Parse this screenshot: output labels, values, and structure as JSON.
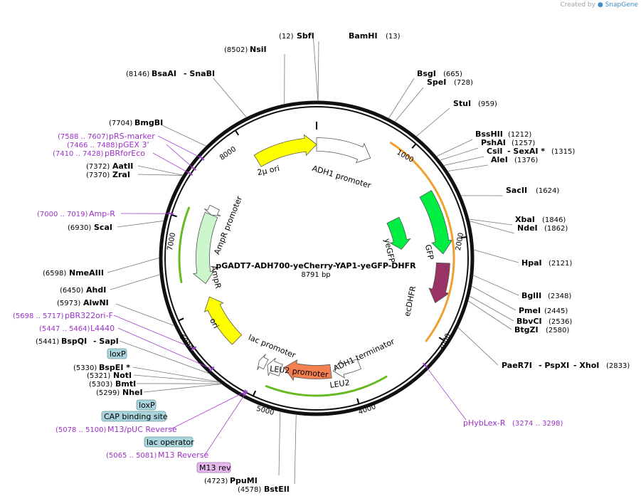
{
  "credit": {
    "prefix": "Created by",
    "brand": "SnapGene"
  },
  "plasmid": {
    "name": "pGADT7-ADH700-yeCherry-YAP1-yeGFP-DHFR",
    "size": "8791 bp",
    "length": 8791
  },
  "ticks": [
    "1000",
    "2000",
    "3000",
    "4000",
    "5000",
    "6000",
    "7000",
    "8000"
  ],
  "sites": [
    {
      "pos": "(12)",
      "name": "SbfI"
    },
    {
      "pos": "(13)",
      "name": "BamHI"
    },
    {
      "pos": "(8502)",
      "name": "NsiI"
    },
    {
      "pos": "(8146)",
      "name": "BsaAI"
    },
    {
      "pos": "",
      "name": "- SnaBI"
    },
    {
      "pos": "(665)",
      "name": "BsgI"
    },
    {
      "pos": "(728)",
      "name": "SpeI"
    },
    {
      "pos": "(959)",
      "name": "StuI"
    },
    {
      "pos": "(1212)",
      "name": "BssHII"
    },
    {
      "pos": "(1257)",
      "name": "PshAI"
    },
    {
      "pos": "(1315)",
      "name": "CsiI"
    },
    {
      "pos": "",
      "name": "- SexAI *"
    },
    {
      "pos": "(1376)",
      "name": "AleI"
    },
    {
      "pos": "(1624)",
      "name": "SacII"
    },
    {
      "pos": "(1846)",
      "name": "XbaI"
    },
    {
      "pos": "(1862)",
      "name": "NdeI"
    },
    {
      "pos": "(2121)",
      "name": "HpaI"
    },
    {
      "pos": "(2348)",
      "name": "BglII"
    },
    {
      "pos": "(2445)",
      "name": "PmeI"
    },
    {
      "pos": "(2536)",
      "name": "BbvCI"
    },
    {
      "pos": "(2580)",
      "name": "BtgZI"
    },
    {
      "pos": "(2833)",
      "name": "PaeR7I"
    },
    {
      "pos": "",
      "name": "- PspXI"
    },
    {
      "pos": "",
      "name": "- XhoI"
    },
    {
      "pos": "(4578)",
      "name": "BstEII"
    },
    {
      "pos": "(4723)",
      "name": "PpuMI"
    },
    {
      "pos": "(7704)",
      "name": "BmgBI"
    },
    {
      "pos": "(7372)",
      "name": "AatII"
    },
    {
      "pos": "(7370)",
      "name": "ZraI"
    },
    {
      "pos": "(6930)",
      "name": "ScaI"
    },
    {
      "pos": "(6598)",
      "name": "NmeAIII"
    },
    {
      "pos": "(6450)",
      "name": "AhdI"
    },
    {
      "pos": "(5973)",
      "name": "AlwNI"
    },
    {
      "pos": "(5441)",
      "name": "BspQI"
    },
    {
      "pos": "",
      "name": "- SapI"
    },
    {
      "pos": "(5330)",
      "name": "BspEI *"
    },
    {
      "pos": "(5321)",
      "name": "NotI"
    },
    {
      "pos": "(5303)",
      "name": "BmtI"
    },
    {
      "pos": "(5299)",
      "name": "NheI"
    }
  ],
  "primers": [
    {
      "pos": "(7588 .. 7607)",
      "name": "pRS-marker"
    },
    {
      "pos": "(7466 .. 7488)",
      "name": "pGEX 3'"
    },
    {
      "pos": "(7410 .. 7428)",
      "name": "pBRforEco"
    },
    {
      "pos": "(7000 .. 7019)",
      "name": "Amp-R"
    },
    {
      "pos": "(5698 .. 5717)",
      "name": "pBR322ori-F"
    },
    {
      "pos": "(5447 .. 5464)",
      "name": "L4440"
    },
    {
      "pos": "(5078 .. 5100)",
      "name": "M13/pUC Reverse"
    },
    {
      "pos": "(5065 .. 5081)",
      "name": "M13 Reverse"
    },
    {
      "pos": "(3274 .. 3298)",
      "name": "pHybLex-R"
    }
  ],
  "boxed": [
    {
      "name": "loxP",
      "color": "#a9d4dc"
    },
    {
      "name": "loxP",
      "color": "#a9d4dc"
    },
    {
      "name": "CAP binding site",
      "color": "#a9d4dc"
    },
    {
      "name": "lac operator",
      "color": "#a9d4dc"
    },
    {
      "name": "M13 rev",
      "color": "#e7b8ee"
    }
  ],
  "features": [
    {
      "name": "2µ ori",
      "start": 8030,
      "end": 0,
      "color": "#ffff00"
    },
    {
      "name": "ADH1 promoter",
      "start": 0,
      "end": 690,
      "color": "#ffffff"
    },
    {
      "name": "yeGFP",
      "start": 1550,
      "end": 2050,
      "color": "#00ee44"
    },
    {
      "name": "GFP",
      "start": 1450,
      "end": 2150,
      "color": "#00ee44"
    },
    {
      "name": "ecDHFR",
      "start": 2250,
      "end": 2700,
      "color": "#993366"
    },
    {
      "name": "ADH1 terminator",
      "start": 3860,
      "end": 4190,
      "color": "#ffffff"
    },
    {
      "name": "LEU2",
      "start": 4220,
      "end": 4800,
      "color": "#f47f50"
    },
    {
      "name": "LEU2 promoter",
      "start": 4830,
      "end": 5000,
      "color": "#ffffff"
    },
    {
      "name": "lac promoter",
      "start": 5020,
      "end": 5110,
      "color": "#ffffff"
    },
    {
      "name": "ori",
      "start": 5480,
      "end": 6110,
      "color": "#ffff00"
    },
    {
      "name": "AmpR",
      "start": 6280,
      "end": 7140,
      "color": "#ccf5cc"
    },
    {
      "name": "AmpR promoter",
      "start": 7140,
      "end": 7240,
      "color": "#ffffff"
    }
  ],
  "orfs": [
    {
      "start": 800,
      "end": 3100,
      "color": "#f0a030"
    },
    {
      "start": 3650,
      "end": 4920,
      "color": "#66bb22"
    },
    {
      "start": 6350,
      "end": 7120,
      "color": "#66bb22"
    }
  ]
}
